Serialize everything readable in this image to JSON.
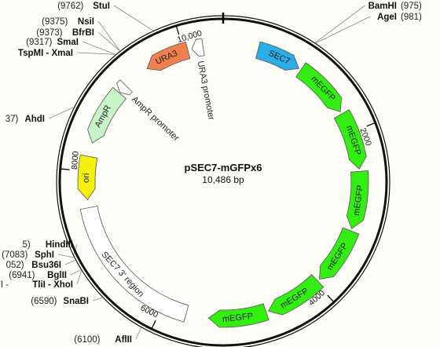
{
  "plasmid": {
    "name": "pSEC7-mGFPx6",
    "length_label": "10,486 bp",
    "length": 10486
  },
  "ticks": [
    {
      "pos": 2000,
      "label": "2000"
    },
    {
      "pos": 4000,
      "label": "4000"
    },
    {
      "pos": 6000,
      "label": "6000"
    },
    {
      "pos": 8000,
      "label": "8000"
    },
    {
      "pos": 10000,
      "label": "10,000"
    }
  ],
  "features": [
    {
      "name": "SEC7",
      "start": 430,
      "end": 980,
      "dir": 1,
      "color": "#29aee6",
      "text_color": "#ffffff",
      "label_mode": "inside"
    },
    {
      "name": "mEGFP",
      "start": 1010,
      "end": 1720,
      "dir": 1,
      "color": "#33ee11",
      "label_mode": "inside"
    },
    {
      "name": "mEGFP",
      "start": 1750,
      "end": 2460,
      "dir": 1,
      "color": "#33ee11",
      "label_mode": "inside"
    },
    {
      "name": "mEGFP",
      "start": 2490,
      "end": 3200,
      "dir": 1,
      "color": "#33ee11",
      "label_mode": "inside"
    },
    {
      "name": "mEGFP",
      "start": 3230,
      "end": 3940,
      "dir": 1,
      "color": "#33ee11",
      "label_mode": "inside"
    },
    {
      "name": "mEGFP",
      "start": 3970,
      "end": 4680,
      "dir": 1,
      "color": "#33ee11",
      "label_mode": "inside"
    },
    {
      "name": "mEGFP",
      "start": 4710,
      "end": 5420,
      "dir": 1,
      "color": "#33ee11",
      "label_mode": "inside"
    },
    {
      "name": "SEC7 3' region",
      "start": 5700,
      "end": 7550,
      "dir": 0,
      "color": "#ffffff",
      "label_mode": "inside"
    },
    {
      "name": "ori",
      "start": 7650,
      "end": 8180,
      "dir": -1,
      "color": "#f4f00c",
      "label_mode": "inside"
    },
    {
      "name": "AmpR",
      "start": 8350,
      "end": 9050,
      "dir": -1,
      "color": "#c8f5c8",
      "label_mode": "inside"
    },
    {
      "name": "AmpR promoter",
      "start": 9060,
      "end": 9170,
      "dir": -1,
      "color": "#ffffff",
      "label_mode": "outside"
    },
    {
      "name": "URA3",
      "start": 9500,
      "end": 10050,
      "dir": -1,
      "color": "#f08050",
      "text_color": "#ffffff",
      "label_mode": "inside"
    },
    {
      "name": "URA3 promoter",
      "start": 10100,
      "end": 10240,
      "dir": -1,
      "color": "#ffffff",
      "label_mode": "outside"
    }
  ],
  "sites": [
    {
      "name": "BamHI",
      "pos": 975,
      "label": "(975)",
      "side": "right"
    },
    {
      "name": "AgeI",
      "pos": 981,
      "label": "(981)",
      "side": "right"
    },
    {
      "name": "StuI",
      "pos": 9762,
      "label": "(9762)",
      "side": "left"
    },
    {
      "name": "NsiI",
      "pos": 9375,
      "label": "(9375)",
      "side": "left"
    },
    {
      "name": "BfrBI",
      "pos": 9373,
      "label": "(9373)",
      "side": "left"
    },
    {
      "name": "SmaI",
      "pos": 9317,
      "label": "(9317)",
      "side": "left"
    },
    {
      "name": "TspMI - XmaI",
      "pos": 9315,
      "label": "",
      "side": "left"
    },
    {
      "name": "AhdI",
      "pos": 8637,
      "label": "37)",
      "side": "left"
    },
    {
      "name": "HindIII",
      "pos": 7095,
      "label": "5)",
      "side": "left"
    },
    {
      "name": "SphI",
      "pos": 7083,
      "label": "(7083)",
      "side": "left"
    },
    {
      "name": "Bsu36I",
      "pos": 7052,
      "label": "052)",
      "side": "left"
    },
    {
      "name": "BglII",
      "pos": 6941,
      "label": "(6941)",
      "side": "left"
    },
    {
      "name": "TliI - XhoI",
      "pos": 6930,
      "label": "7I -",
      "side": "left"
    },
    {
      "name": "SnaBI",
      "pos": 6590,
      "label": "(6590)",
      "side": "left"
    },
    {
      "name": "AflII",
      "pos": 6100,
      "label": "(6100)",
      "side": "left"
    }
  ],
  "colors": {
    "backbone": "#111111",
    "site_line": "#888888",
    "background": "#fffdf7"
  }
}
